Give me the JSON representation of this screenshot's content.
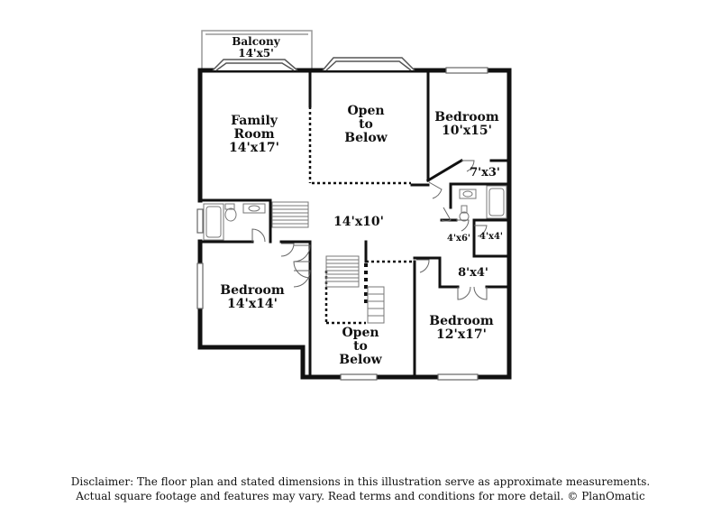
{
  "rooms": {
    "balcony": {
      "name": "Balcony",
      "dim": "14'x5'"
    },
    "family_room": {
      "name_line1": "Family",
      "name_line2": "Room",
      "dim": "14'x17'"
    },
    "open_to_below_top": {
      "line1": "Open",
      "line2": "to",
      "line3": "Below"
    },
    "bedroom_ne": {
      "name": "Bedroom",
      "dim": "10'x15'"
    },
    "closet_7x3": {
      "dim": "7'x3'"
    },
    "hall": {
      "dim": "14'x10'"
    },
    "closet_4x6": {
      "dim": "4'x6'"
    },
    "closet_4x4": {
      "dim": "4'x4'"
    },
    "closet_8x4": {
      "dim": "8'x4'"
    },
    "bedroom_w": {
      "name": "Bedroom",
      "dim": "14'x14'"
    },
    "open_to_below_bottom": {
      "line1": "Open",
      "line2": "to",
      "line3": "Below"
    },
    "bedroom_se": {
      "name": "Bedroom",
      "dim": "12'x17'"
    }
  },
  "disclaimer": {
    "line1": "Disclaimer: The floor plan and stated dimensions in this illustration serve as approximate measurements.",
    "line2": "Actual square footage and features may vary. Read terms and conditions for more detail. © PlanOmatic"
  }
}
